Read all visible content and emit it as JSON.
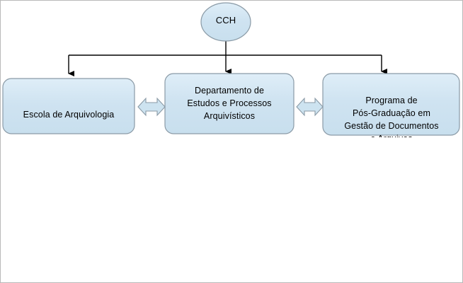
{
  "diagram": {
    "type": "organizational-chart",
    "background_color": "#ffffff",
    "node_fill_color": "#cde3f0",
    "node_border_color": "#8a9aa6",
    "connector_color": "#000000",
    "root": {
      "id": "cch",
      "shape": "ellipse",
      "label": "CCH"
    },
    "children": [
      {
        "id": "escola-arquivologia",
        "shape": "rounded-rectangle",
        "label": "Escola de Arquivologia"
      },
      {
        "id": "departamento-estudos-processos-arquivisticos",
        "shape": "rounded-rectangle",
        "label": "Departamento de\nEstudos e Processos\nArquivísticos"
      },
      {
        "id": "programa-pos-graduacao-gestao-documentos",
        "shape": "rounded-rectangle",
        "label": "Programa de\nPós-Graduação em\nGestão de Documentos",
        "clipped_label": "e Arquivos"
      }
    ],
    "connectors": [
      {
        "id": "cch-to-escola",
        "style": "single-arrow-down"
      },
      {
        "id": "cch-to-departamento",
        "style": "single-arrow-down"
      },
      {
        "id": "cch-to-programa",
        "style": "single-arrow-down"
      },
      {
        "id": "escola-departamento",
        "style": "double-arrow-horizontal"
      },
      {
        "id": "departamento-programa",
        "style": "double-arrow-horizontal"
      }
    ]
  }
}
